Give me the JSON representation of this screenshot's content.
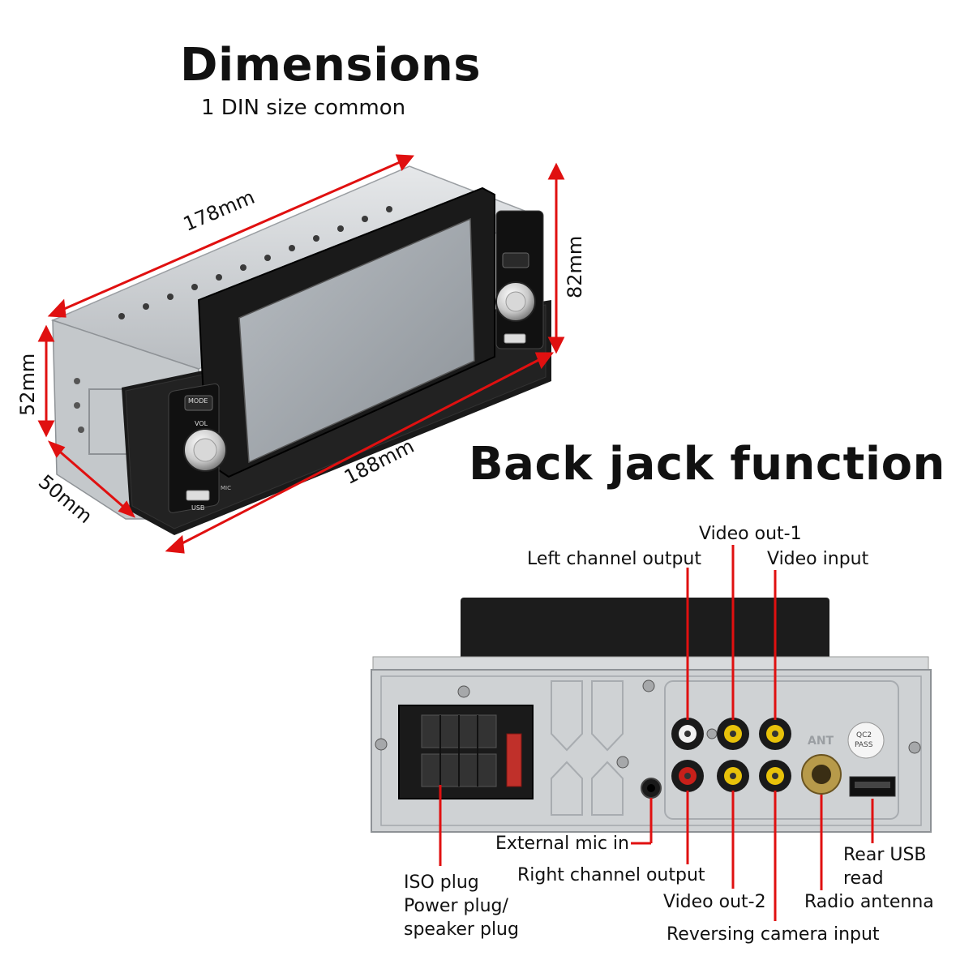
{
  "header": {
    "title": "Dimensions",
    "subtitle": "1 DIN size common"
  },
  "dimensions": {
    "top_width": "178mm",
    "front_width": "188mm",
    "height_right": "82mm",
    "height_left": "52mm",
    "depth": "50mm"
  },
  "front_panel": {
    "mode": "MODE",
    "vol": "VOL",
    "usb": "USB",
    "mic": "MIC"
  },
  "back": {
    "title": "Back jack function",
    "panel_texts": {
      "ant": "ANT",
      "qc": "QC2",
      "pass": "PASS"
    },
    "labels": {
      "video_out_1": "Video out-1",
      "left_channel": "Left channel output",
      "video_input": "Video input",
      "external_mic": "External mic in",
      "right_channel": "Right channel output",
      "iso_plug": "ISO plug",
      "power_plug": "Power plug/",
      "speaker_plug": "speaker plug",
      "video_out_2": "Video out-2",
      "reversing_camera": "Reversing camera input",
      "rear_usb": "Rear USB",
      "rear_usb_2": "read",
      "radio_antenna": "Radio antenna"
    }
  },
  "colors": {
    "annotation": "#e01010",
    "panel_black": "#1a1a1a",
    "metal": "#cfd2d4",
    "rca_yellow": "#e8c20a",
    "rca_red": "#c8201a",
    "rca_white": "#f2f2f2",
    "screen": "#9ea4aa"
  }
}
